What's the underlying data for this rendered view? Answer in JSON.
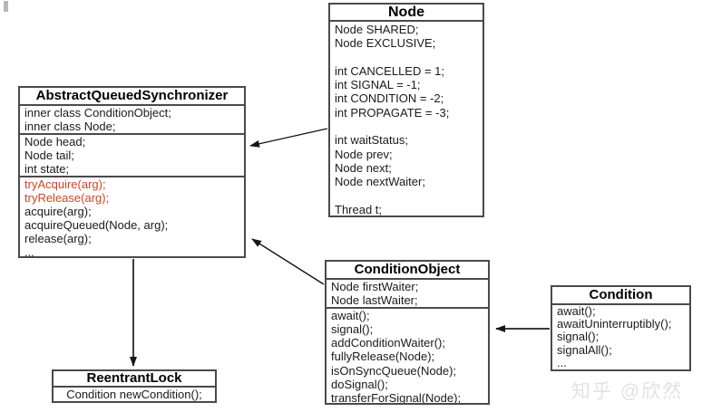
{
  "diagram": {
    "classes": [
      {
        "id": "node",
        "title": "Node",
        "sections": [
          [
            "Node SHARED;",
            "Node EXCLUSIVE;",
            "",
            "int CANCELLED = 1;",
            "int SIGNAL = -1;",
            "int CONDITION = -2;",
            "int PROPAGATE = -3;",
            "",
            "int waitStatus;",
            "Node prev;",
            "Node next;",
            "Node nextWaiter;",
            "",
            "Thread t;"
          ]
        ]
      },
      {
        "id": "aqs",
        "title": "AbstractQueuedSynchronizer",
        "sections": [
          [
            "inner class ConditionObject;",
            "inner class Node;"
          ],
          [
            "Node head;",
            "Node tail;",
            "int state;"
          ],
          [
            "tryAcquire(arg);",
            "tryRelease(arg);",
            "acquire(arg);",
            "acquireQueued(Node, arg);",
            "release(arg);",
            "..."
          ]
        ]
      },
      {
        "id": "condition-object",
        "title": "ConditionObject",
        "sections": [
          [
            "Node firstWaiter;",
            "Node lastWaiter;"
          ],
          [
            "await();",
            "signal();",
            "addConditionWaiter();",
            "fullyRelease(Node);",
            "isOnSyncQueue(Node);",
            "doSignal();",
            "transferForSignal(Node);"
          ]
        ]
      },
      {
        "id": "condition",
        "title": "Condition",
        "sections": [
          [
            "await();",
            "awaitUninterruptibly();",
            "signal();",
            "signalAll();",
            "..."
          ]
        ]
      },
      {
        "id": "reentrant-lock",
        "title": "ReentrantLock",
        "sections": [
          [
            "Condition newCondition();"
          ]
        ]
      }
    ],
    "highlighted_members": [
      "tryAcquire(arg);",
      "tryRelease(arg);"
    ],
    "relationships": [
      {
        "from": "Node",
        "to": "AbstractQueuedSynchronizer"
      },
      {
        "from": "ConditionObject",
        "to": "AbstractQueuedSynchronizer"
      },
      {
        "from": "Condition",
        "to": "ConditionObject"
      },
      {
        "from": "AbstractQueuedSynchronizer",
        "to": "ReentrantLock"
      }
    ],
    "colors": {
      "border": "#4a4a4a",
      "text": "#1a1a1a",
      "highlight": "#cf4522",
      "watermark": "#e2e2e2"
    },
    "watermark": "知乎 @欣然"
  }
}
